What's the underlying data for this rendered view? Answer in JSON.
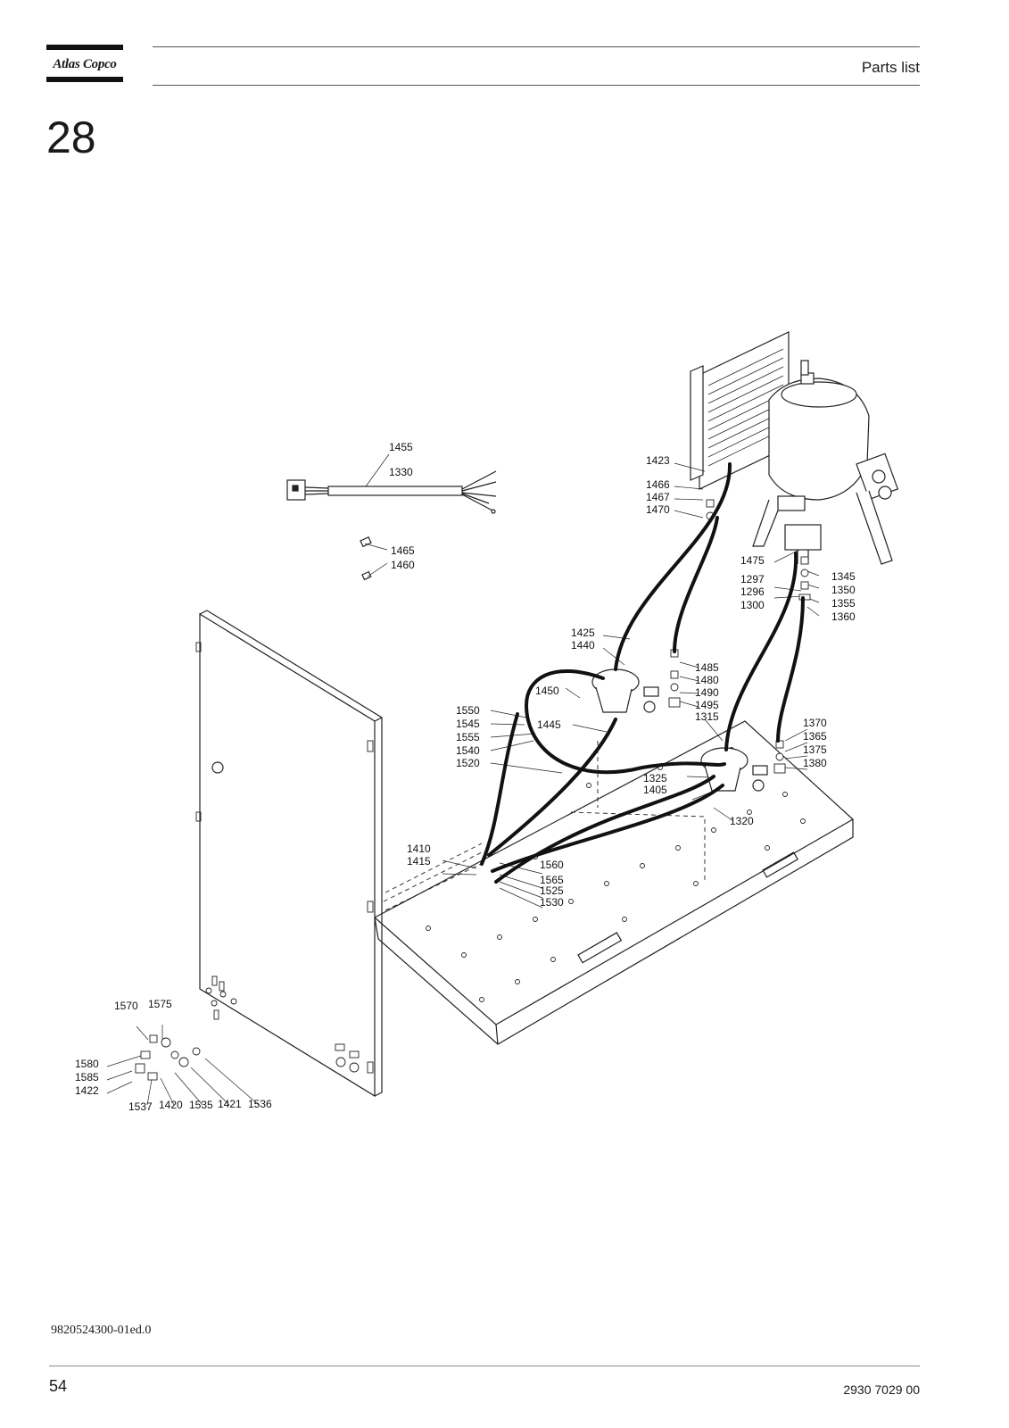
{
  "header": {
    "brand": "Atlas Copco",
    "section_title": "Parts list",
    "chapter_number": "28"
  },
  "footer": {
    "document_code": "9820524300-01ed.0",
    "page_number": "54",
    "part_number": "2930 7029 00"
  },
  "callouts": {
    "c1455": "1455",
    "c1330": "1330",
    "c1465": "1465",
    "c1460": "1460",
    "c1423": "1423",
    "c1466": "1466",
    "c1467": "1467",
    "c1470": "1470",
    "c1475": "1475",
    "c1297": "1297",
    "c1296": "1296",
    "c1300": "1300",
    "c1345": "1345",
    "c1350": "1350",
    "c1355": "1355",
    "c1360": "1360",
    "c1425": "1425",
    "c1440": "1440",
    "c1485": "1485",
    "c1480": "1480",
    "c1490": "1490",
    "c1495": "1495",
    "c1315": "1315",
    "c1450": "1450",
    "c1550": "1550",
    "c1545": "1545",
    "c1555": "1555",
    "c1540": "1540",
    "c1520": "1520",
    "c1445": "1445",
    "c1370": "1370",
    "c1365": "1365",
    "c1375": "1375",
    "c1380": "1380",
    "c1325": "1325",
    "c1405": "1405",
    "c1320": "1320",
    "c1410": "1410",
    "c1415": "1415",
    "c1560": "1560",
    "c1565": "1565",
    "c1525": "1525",
    "c1530": "1530",
    "c1570": "1570",
    "c1575": "1575",
    "c1580": "1580",
    "c1585": "1585",
    "c1422": "1422",
    "c1537": "1537",
    "c1420": "1420",
    "c1535": "1535",
    "c1421": "1421",
    "c1536": "1536"
  }
}
